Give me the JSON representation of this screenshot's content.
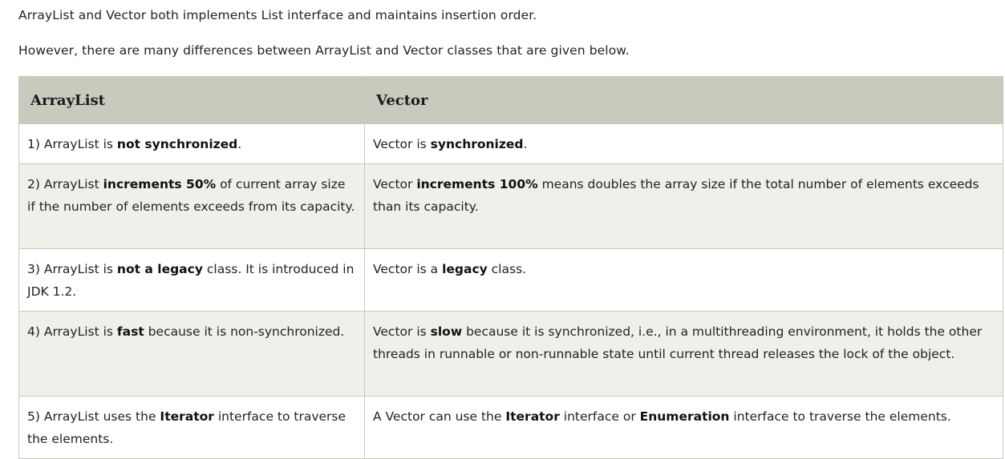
{
  "intro": {
    "line1": "ArrayList and Vector both implements List interface and maintains insertion order.",
    "line2": "However, there are many differences between ArrayList and Vector classes that are given below."
  },
  "table": {
    "headers": [
      "ArrayList",
      "Vector"
    ],
    "rows": [
      {
        "arraylist": [
          {
            "t": "1) ArrayList is ",
            "b": false
          },
          {
            "t": "not synchronized",
            "b": true
          },
          {
            "t": ".",
            "b": false
          }
        ],
        "vector": [
          {
            "t": "Vector is ",
            "b": false
          },
          {
            "t": "synchronized",
            "b": true
          },
          {
            "t": ".",
            "b": false
          }
        ]
      },
      {
        "arraylist": [
          {
            "t": "2) ArrayList ",
            "b": false
          },
          {
            "t": "increments 50%",
            "b": true
          },
          {
            "t": " of current array size if the number of elements exceeds from its capacity.",
            "b": false
          }
        ],
        "vector": [
          {
            "t": "Vector ",
            "b": false
          },
          {
            "t": "increments 100%",
            "b": true
          },
          {
            "t": " means doubles the array size if the total number of elements exceeds than its capacity.",
            "b": false
          }
        ]
      },
      {
        "arraylist": [
          {
            "t": "3) ArrayList is ",
            "b": false
          },
          {
            "t": "not a legacy",
            "b": true
          },
          {
            "t": " class. It is introduced in JDK 1.2.",
            "b": false
          }
        ],
        "vector": [
          {
            "t": "Vector is a ",
            "b": false
          },
          {
            "t": "legacy",
            "b": true
          },
          {
            "t": " class.",
            "b": false
          }
        ]
      },
      {
        "arraylist": [
          {
            "t": "4) ArrayList is ",
            "b": false
          },
          {
            "t": "fast",
            "b": true
          },
          {
            "t": " because it is non-synchronized.",
            "b": false
          }
        ],
        "vector": [
          {
            "t": "Vector is ",
            "b": false
          },
          {
            "t": "slow",
            "b": true
          },
          {
            "t": " because it is synchronized, i.e., in a multithreading environment, it holds the other threads in runnable or non-runnable state until current thread releases the lock of the object.",
            "b": false
          }
        ]
      },
      {
        "arraylist": [
          {
            "t": "5) ArrayList uses the ",
            "b": false
          },
          {
            "t": "Iterator",
            "b": true
          },
          {
            "t": " interface to traverse the elements.",
            "b": false
          }
        ],
        "vector": [
          {
            "t": "A Vector can use the ",
            "b": false
          },
          {
            "t": "Iterator",
            "b": true
          },
          {
            "t": " interface or ",
            "b": false
          },
          {
            "t": "Enumeration",
            "b": true
          },
          {
            "t": " interface to traverse the elements.",
            "b": false
          }
        ]
      }
    ]
  }
}
